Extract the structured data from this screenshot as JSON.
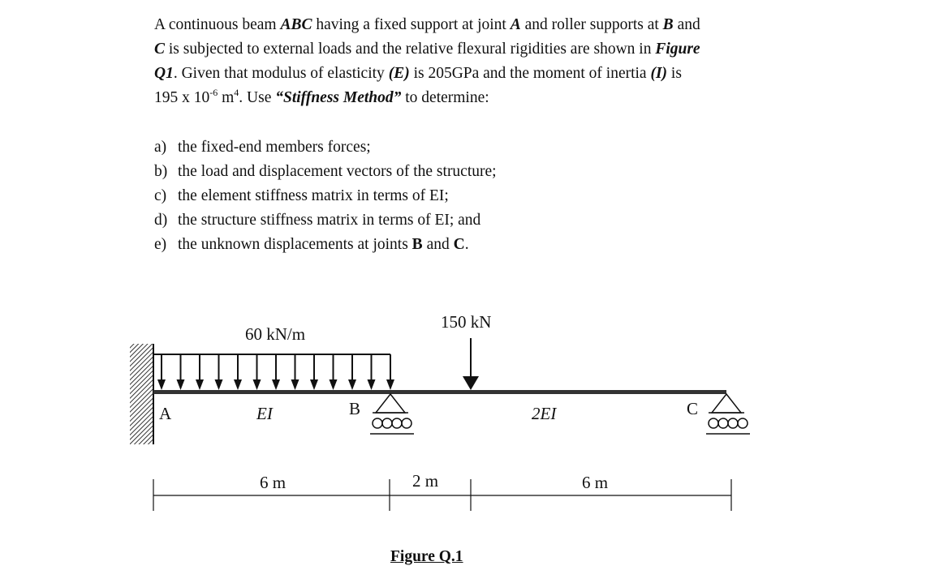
{
  "question": {
    "line1": {
      "t1": "A continuous beam ",
      "t2": "ABC",
      "t3": " having a fixed support at joint ",
      "t4": "A",
      "t5": " and roller supports at ",
      "t6": "B",
      "t7": " and"
    },
    "line2": {
      "t1": "C",
      "t2": " is subjected to external loads and the relative flexural rigidities are shown in ",
      "t3": "Figure"
    },
    "line3": {
      "t1": "Q1",
      "t2": ". Given that modulus of elasticity ",
      "t3": "(E)",
      "t4": " is 205GPa and the moment of inertia ",
      "t5": "(I)",
      "t6": " is"
    },
    "line4": {
      "t1": "195 x 10",
      "sup1": "-6",
      "t2": " m",
      "sup2": "4",
      "t3": ". Use ",
      "t4": "“Stiffness Method”",
      "t5": " to determine:"
    }
  },
  "tasks": [
    {
      "label": "a)",
      "text": "the fixed-end members forces;"
    },
    {
      "label": "b)",
      "text": "the load and displacement vectors of the structure;"
    },
    {
      "label": "c)",
      "text": "the element stiffness matrix in terms of EI;"
    },
    {
      "label": "d)",
      "text": "the structure stiffness matrix in terms of EI; and"
    },
    {
      "label": "e)",
      "text": "the unknown displacements at joints ",
      "b1": "B",
      "mid": " and ",
      "b2": "C",
      "end": "."
    }
  ],
  "figure": {
    "udl_label": "60 kN/m",
    "point_load_label": "150 kN",
    "joint_a": "A",
    "joint_b": "B",
    "joint_c": "C",
    "rigidity_ab": "EI",
    "rigidity_bc": "2EI",
    "dim_ab": "6 m",
    "dim_b_load": "2 m",
    "dim_load_c": "6 m",
    "caption": "Figure Q.1"
  }
}
